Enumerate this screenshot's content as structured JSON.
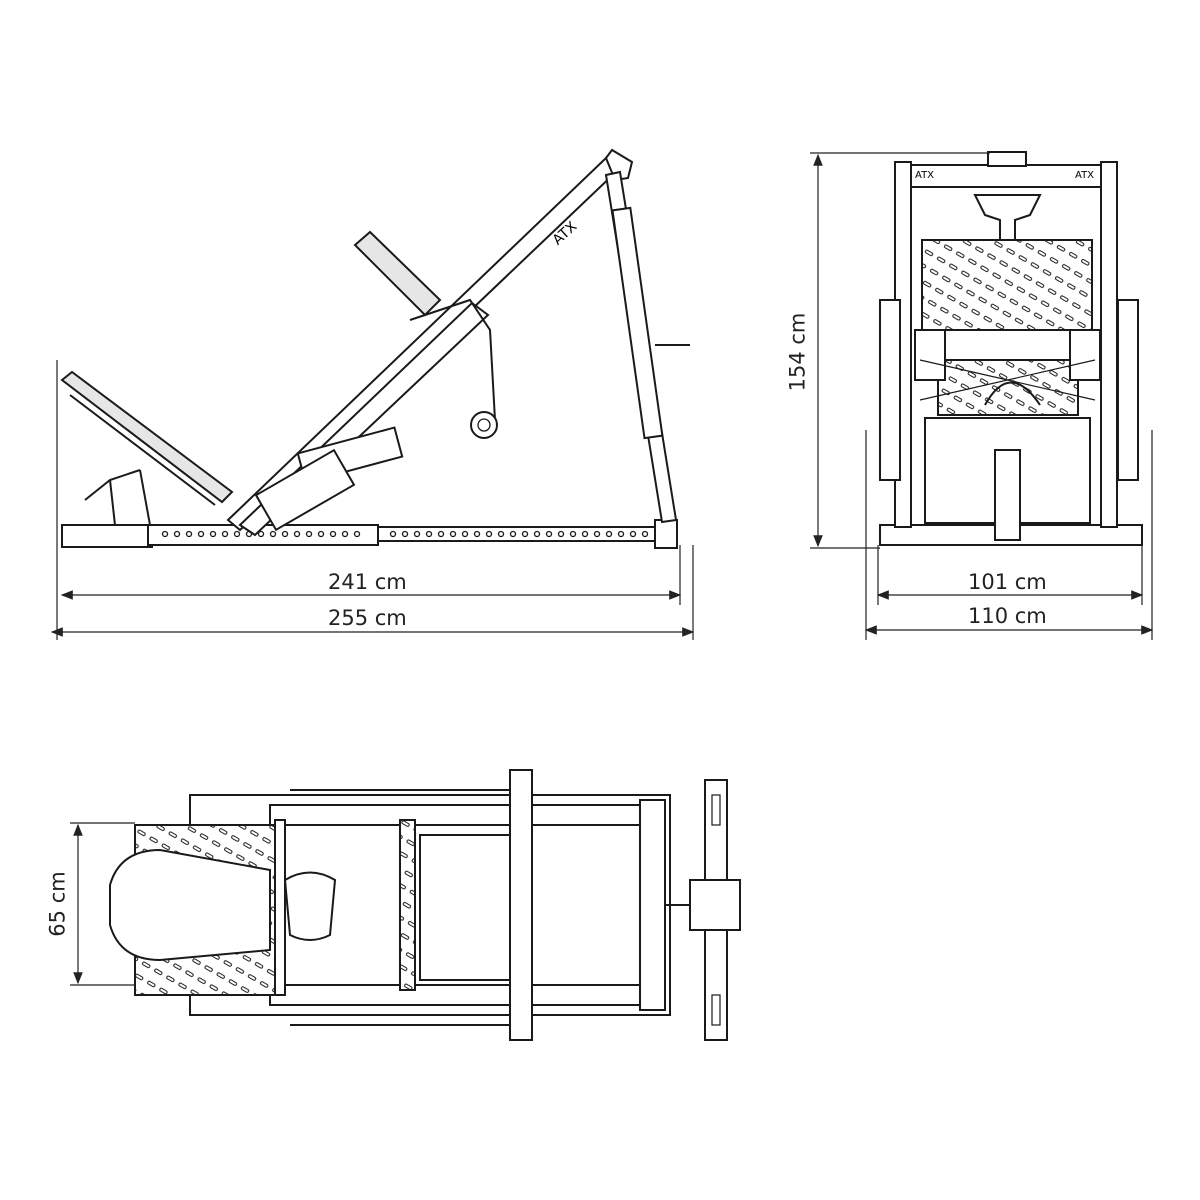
{
  "dimensions": {
    "side_inner_length": "241 cm",
    "side_total_length": "255 cm",
    "front_height": "154 cm",
    "front_inner_width": "101 cm",
    "front_total_width": "110 cm",
    "top_width": "65 cm"
  },
  "logo_text": "ATX",
  "colors": {
    "line": "#1a1a1a",
    "background": "#ffffff",
    "plate": "#e6e6e6"
  }
}
